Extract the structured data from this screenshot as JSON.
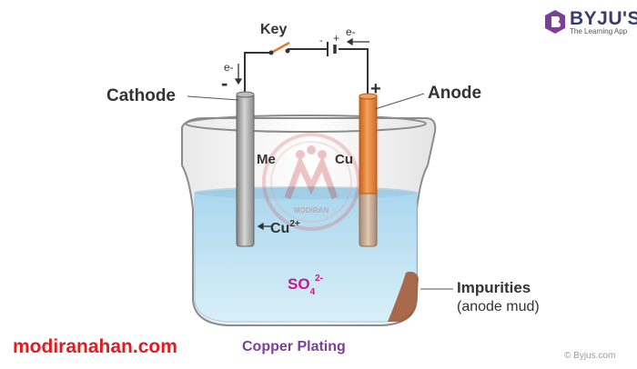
{
  "brand": {
    "name": "BYJU'S",
    "tagline": "The Learning App",
    "logo_icon": "byjus-logo-icon",
    "accent": "#7a3f96"
  },
  "diagram": {
    "labels": {
      "key": "Key",
      "electron_top": "e-",
      "battery_minus": "-",
      "battery_plus": "+",
      "electron_left": "e-",
      "cathode_sign": "-",
      "anode_sign": "+",
      "cathode": "Cathode",
      "anode": "Anode",
      "cathode_metal": "Me",
      "anode_metal": "Cu",
      "ion_cu": "Cu",
      "ion_cu_charge": "2+",
      "ion_so4": "SO",
      "ion_so4_sub": "4",
      "ion_so4_charge": "2-",
      "impurities": "Impurities",
      "impurities_note": "(anode mud)"
    },
    "colors": {
      "cathode": "#9a9a9a",
      "anode": "#e07a2c",
      "solution": "#bfe2f2",
      "mud": "#a0522d",
      "so4": "#c8168c"
    }
  },
  "watermark": {
    "text": "modiranahan.com",
    "logo_text": "MODIRAN"
  },
  "caption": "Copper Plating",
  "credit": "© Byjus.com"
}
